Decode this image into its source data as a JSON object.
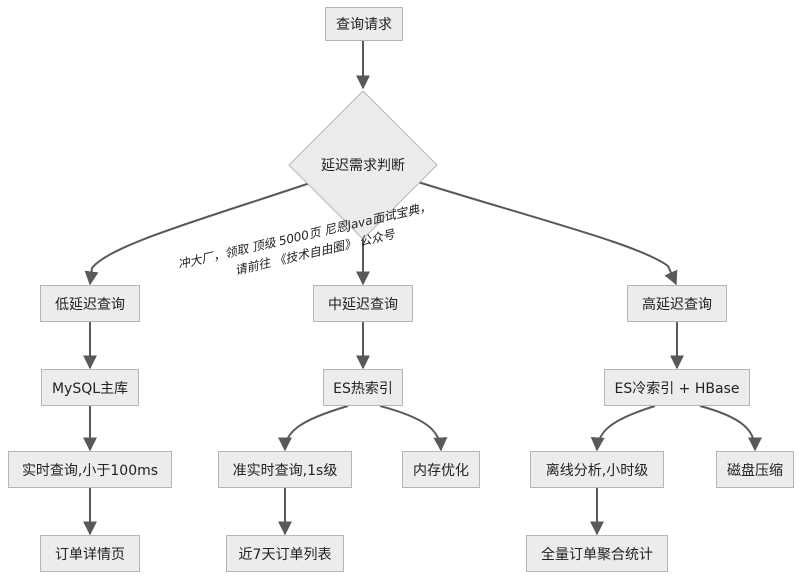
{
  "nodes": {
    "root": "查询请求",
    "decision": "延迟需求判断",
    "low": "低延迟查询",
    "mid": "中延迟查询",
    "high": "高延迟查询",
    "mysql": "MySQL主库",
    "es_hot": "ES热索引",
    "es_cold": "ES冷索引 + HBase",
    "realtime": "实时查询,小于100ms",
    "near_realtime": "准实时查询,1s级",
    "memory_opt": "内存优化",
    "offline": "离线分析,小时级",
    "disk_compress": "磁盘压缩",
    "order_detail": "订单详情页",
    "order_list": "近7天订单列表",
    "order_stats": "全量订单聚合统计"
  },
  "watermark": {
    "line1": "冲大厂，领取 顶级 5000页 尼恩Java面试宝典，",
    "line2": "请前往 《技术自由圈》 公众号"
  },
  "colors": {
    "node_fill": "#ececec",
    "node_border": "#b5b5b5",
    "edge": "#595959"
  }
}
